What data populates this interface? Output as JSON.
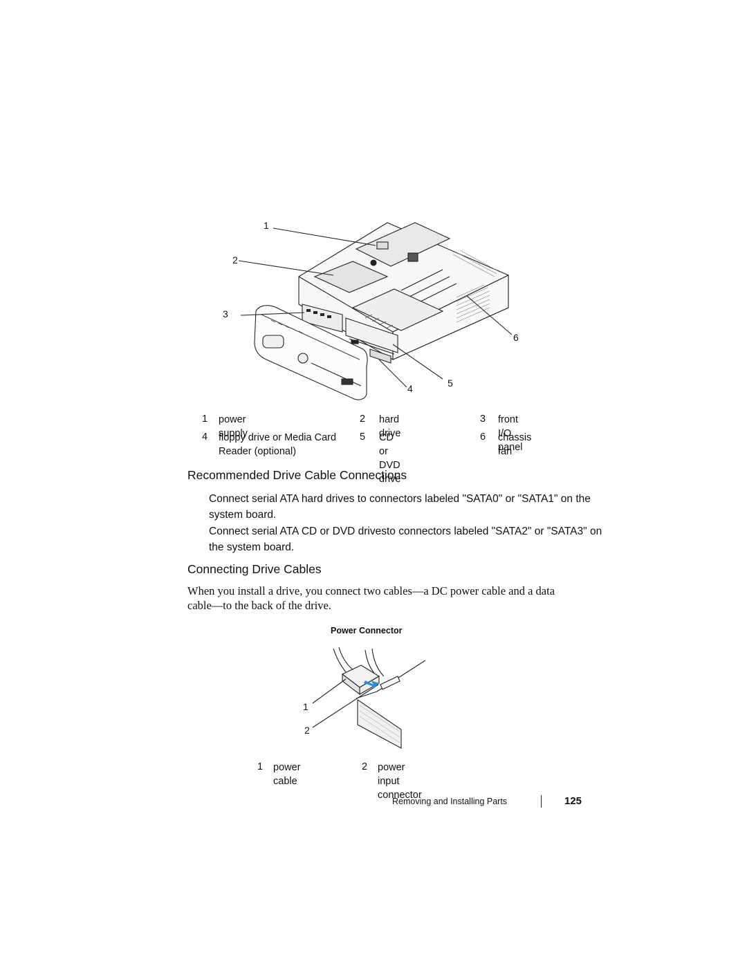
{
  "figure1": {
    "callouts": [
      "1",
      "2",
      "3",
      "4",
      "5",
      "6"
    ],
    "legend": [
      {
        "num": "1",
        "label": "power supply"
      },
      {
        "num": "2",
        "label": "hard drive"
      },
      {
        "num": "3",
        "label": "front I/O panel"
      },
      {
        "num": "4",
        "label": "floppy drive or Media Card Reader (optional)"
      },
      {
        "num": "5",
        "label": "CD or DVD drive"
      },
      {
        "num": "6",
        "label": "chassis fan"
      }
    ]
  },
  "section1": {
    "heading": "Recommended Drive Cable Connections",
    "bullets": [
      "Connect serial ATA hard drives to connectors labeled \"SATA0\" or \"SATA1\" on the system board.",
      "Connect serial ATA CD or DVD drivesto connectors labeled \"SATA2\" or \"SATA3\" on the system board."
    ]
  },
  "section2": {
    "heading": "Connecting Drive Cables",
    "body": "When you install a drive, you connect two cables—a DC power cable and a data cable—to the back of the drive."
  },
  "figure2": {
    "title": "Power Connector",
    "callouts": [
      "1",
      "2"
    ],
    "legend": [
      {
        "num": "1",
        "label": "power cable"
      },
      {
        "num": "2",
        "label": "power input connector"
      }
    ]
  },
  "footer": {
    "section_title": "Removing and Installing Parts",
    "page_number": "125"
  }
}
